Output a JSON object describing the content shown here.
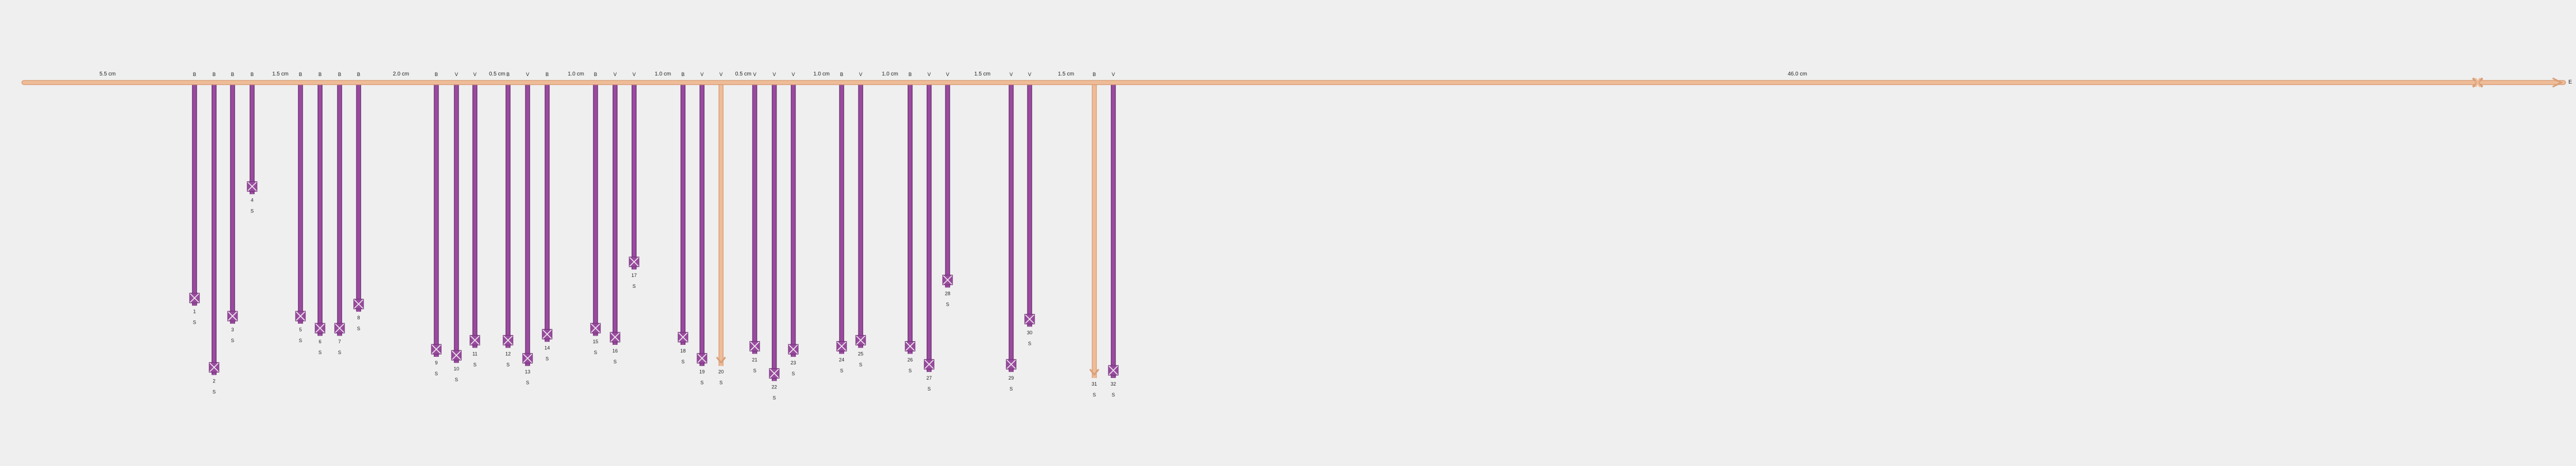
{
  "colors": {
    "background": "#efefef",
    "cord": "#efbc98",
    "cord_edge": "#d99f78",
    "pendant": "#9a4a9f",
    "pendant_edge": "#6e2f74",
    "text": "#222222"
  },
  "main_cord": {
    "end_label": "E",
    "knot_icon": "long-knot-icon"
  },
  "spacing_labels": [
    "5.5 cm",
    "1.5 cm",
    "2.0 cm",
    "0.5 cm",
    "1.0 cm",
    "1.0 cm",
    "0.5 cm",
    "1.0 cm",
    "1.0 cm",
    "1.5 cm",
    "1.5 cm",
    "46.0 cm"
  ],
  "pendants": [
    {
      "top": "B",
      "num": "1",
      "sub": "S",
      "color": "purple",
      "len": 0.74
    },
    {
      "top": "B",
      "num": "2",
      "sub": "S",
      "color": "purple",
      "len": 0.97
    },
    {
      "top": "B",
      "num": "3",
      "sub": "S",
      "color": "purple",
      "len": 0.8
    },
    {
      "top": "B",
      "num": "4",
      "sub": "S",
      "color": "purple",
      "len": 0.37
    },
    {
      "top": "B",
      "num": "5",
      "sub": "S",
      "color": "purple",
      "len": 0.8
    },
    {
      "top": "B",
      "num": "6",
      "sub": "S",
      "color": "purple",
      "len": 0.84
    },
    {
      "top": "B",
      "num": "7",
      "sub": "S",
      "color": "purple",
      "len": 0.84
    },
    {
      "top": "B",
      "num": "8",
      "sub": "S",
      "color": "purple",
      "len": 0.76
    },
    {
      "top": "B",
      "num": "9",
      "sub": "S",
      "color": "purple",
      "len": 0.91
    },
    {
      "top": "V",
      "num": "10",
      "sub": "S",
      "color": "purple",
      "len": 0.93
    },
    {
      "top": "V",
      "num": "11",
      "sub": "S",
      "color": "purple",
      "len": 0.88
    },
    {
      "top": "B",
      "num": "12",
      "sub": "S",
      "color": "purple",
      "len": 0.88
    },
    {
      "top": "V",
      "num": "13",
      "sub": "S",
      "color": "purple",
      "len": 0.94
    },
    {
      "top": "B",
      "num": "14",
      "sub": "S",
      "color": "purple",
      "len": 0.86
    },
    {
      "top": "B",
      "num": "15",
      "sub": "S",
      "color": "purple",
      "len": 0.84
    },
    {
      "top": "V",
      "num": "16",
      "sub": "S",
      "color": "purple",
      "len": 0.87
    },
    {
      "top": "V",
      "num": "17",
      "sub": "S",
      "color": "purple",
      "len": 0.62
    },
    {
      "top": "B",
      "num": "18",
      "sub": "S",
      "color": "purple",
      "len": 0.87
    },
    {
      "top": "V",
      "num": "19",
      "sub": "S",
      "color": "purple",
      "len": 0.94
    },
    {
      "top": "V",
      "num": "20",
      "sub": "S",
      "color": "beige",
      "len": 0.94
    },
    {
      "top": "V",
      "num": "21",
      "sub": "S",
      "color": "purple",
      "len": 0.9
    },
    {
      "top": "V",
      "num": "22",
      "sub": "S",
      "color": "purple",
      "len": 0.99
    },
    {
      "top": "V",
      "num": "23",
      "sub": "S",
      "color": "purple",
      "len": 0.91
    },
    {
      "top": "B",
      "num": "24",
      "sub": "S",
      "color": "purple",
      "len": 0.9
    },
    {
      "top": "V",
      "num": "25",
      "sub": "S",
      "color": "purple",
      "len": 0.88
    },
    {
      "top": "B",
      "num": "26",
      "sub": "S",
      "color": "purple",
      "len": 0.9
    },
    {
      "top": "V",
      "num": "27",
      "sub": "S",
      "color": "purple",
      "len": 0.96
    },
    {
      "top": "V",
      "num": "28",
      "sub": "S",
      "color": "purple",
      "len": 0.68
    },
    {
      "top": "V",
      "num": "29",
      "sub": "S",
      "color": "purple",
      "len": 0.96
    },
    {
      "top": "V",
      "num": "30",
      "sub": "S",
      "color": "purple",
      "len": 0.81
    },
    {
      "top": "B",
      "num": "31",
      "sub": "S",
      "color": "beige",
      "len": 0.98
    },
    {
      "top": "V",
      "num": "32",
      "sub": "S",
      "color": "purple",
      "len": 0.98
    }
  ]
}
